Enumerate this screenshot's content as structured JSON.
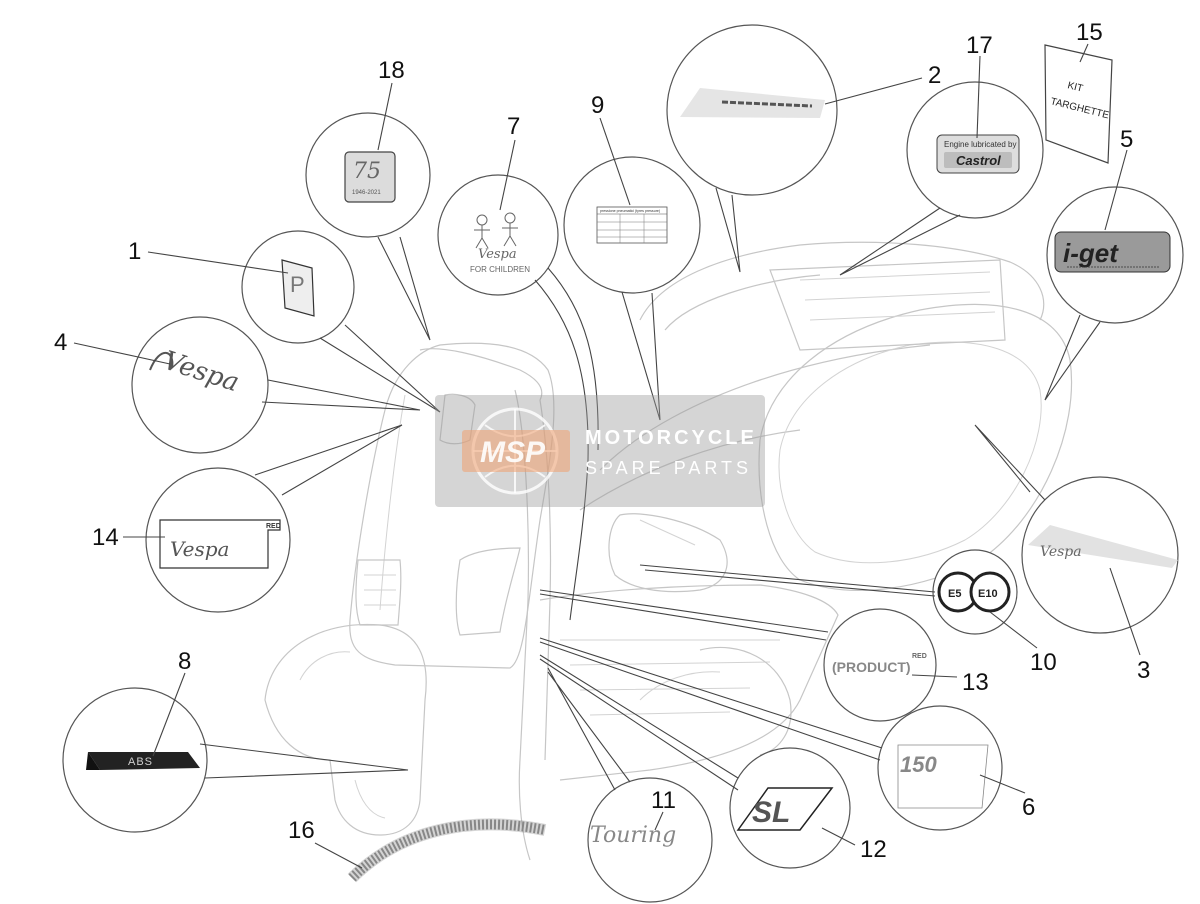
{
  "callouts": [
    {
      "id": "1",
      "label": "1"
    },
    {
      "id": "2",
      "label": "2"
    },
    {
      "id": "3",
      "label": "3"
    },
    {
      "id": "4",
      "label": "4"
    },
    {
      "id": "5",
      "label": "5"
    },
    {
      "id": "6",
      "label": "6"
    },
    {
      "id": "7",
      "label": "7"
    },
    {
      "id": "8",
      "label": "8"
    },
    {
      "id": "9",
      "label": "9"
    },
    {
      "id": "10",
      "label": "10"
    },
    {
      "id": "11",
      "label": "11"
    },
    {
      "id": "12",
      "label": "12"
    },
    {
      "id": "13",
      "label": "13"
    },
    {
      "id": "14",
      "label": "14"
    },
    {
      "id": "15",
      "label": "15"
    },
    {
      "id": "16",
      "label": "16"
    },
    {
      "id": "17",
      "label": "17"
    },
    {
      "id": "18",
      "label": "18"
    }
  ],
  "decals": {
    "kit_line1": "KIT",
    "kit_line2": "TARGHETTE",
    "castrol_top": "Engine lubricated by",
    "castrol_brand": "Castrol",
    "abs": "ABS",
    "e5": "E5",
    "e10": "E10",
    "product_red": "(PRODUCT)",
    "red_small": "RED",
    "num150": "150",
    "touring": "Touring",
    "sl": "SL",
    "for_children": "FOR CHILDREN",
    "vespa": "Vespa",
    "iget": "i-get",
    "tyre_title": "pressione pneumatici (tyres pressure)"
  },
  "watermark": {
    "logo": "MSP",
    "line1": "MOTORCYCLE",
    "line2": "SPARE PARTS"
  }
}
